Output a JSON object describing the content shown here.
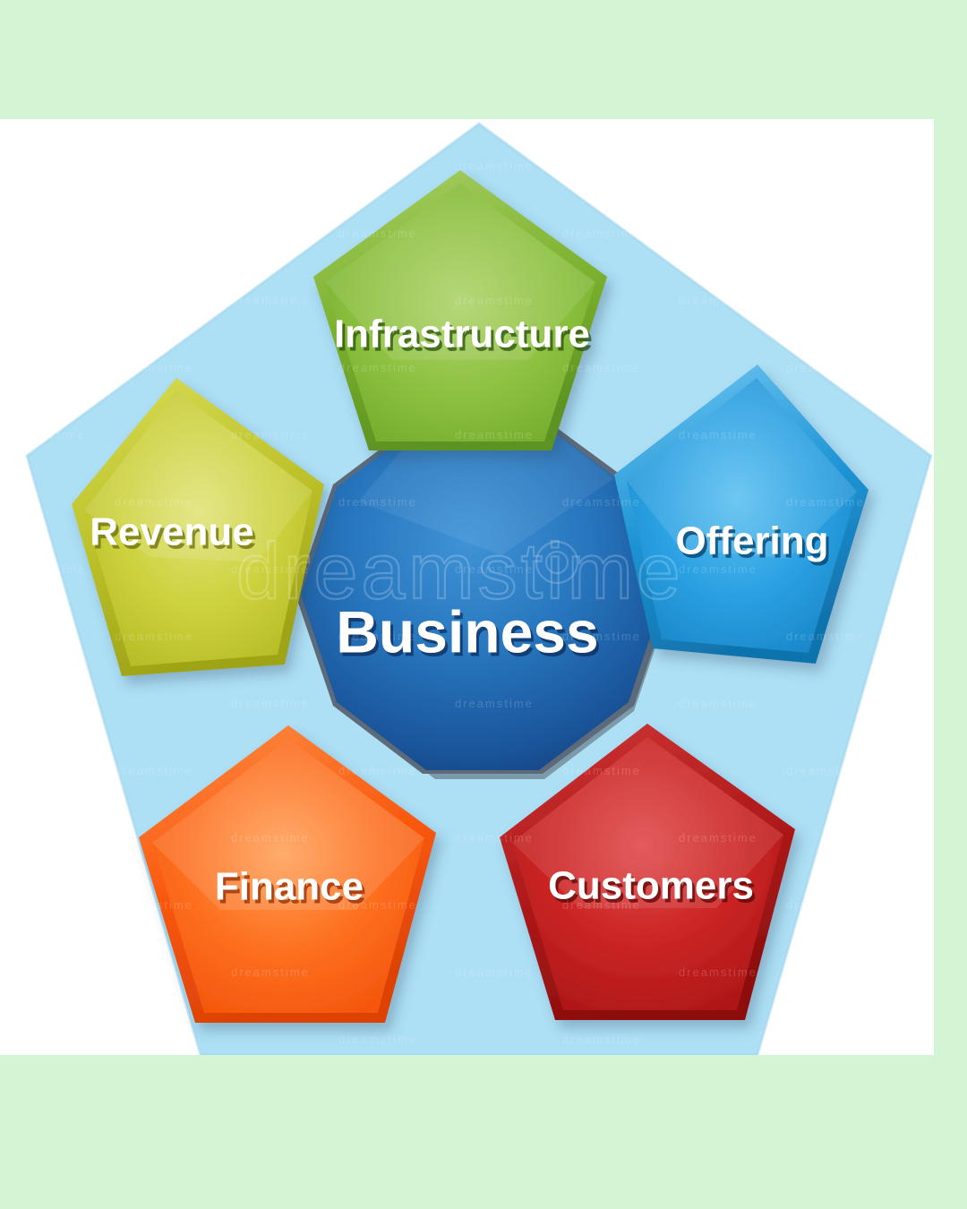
{
  "diagram": {
    "title_concept": "Business model pentagon diagram",
    "center": {
      "label": "Business",
      "shape": "decagon",
      "fill_light": "#2f7fc6",
      "fill_dark": "#163f79",
      "edge": "#4f5f70"
    },
    "background": {
      "frame_color": "#d3f5d3",
      "canvas_color": "#ffffff",
      "pentagon_color": "#addff5",
      "pentagon_shadow": "#9ed2ea"
    },
    "nodes": [
      {
        "id": "infrastructure",
        "label": "Infrastructure",
        "position": "top",
        "fill_light": "#9ec84f",
        "fill_mid": "#77b02e",
        "fill_dark": "#5b9122",
        "bevel": "#b9da6e",
        "label_shadow": "#3f6a12"
      },
      {
        "id": "offering",
        "label": "Offering",
        "position": "right",
        "fill_light": "#49b2e8",
        "fill_mid": "#1f96de",
        "fill_dark": "#1278b8",
        "bevel": "#7ccdf2",
        "label_shadow": "#0b5c93"
      },
      {
        "id": "customers",
        "label": "Customers",
        "position": "bottom-right",
        "fill_light": "#d33434",
        "fill_mid": "#c01b1b",
        "fill_dark": "#9c1111",
        "bevel": "#e06a6a",
        "label_shadow": "#6e0c0c"
      },
      {
        "id": "finance",
        "label": "Finance",
        "position": "bottom-left",
        "fill_light": "#ff8a3c",
        "fill_mid": "#fa5f11",
        "fill_dark": "#e84706",
        "bevel": "#ffa96d",
        "label_shadow": "#a83305"
      },
      {
        "id": "revenue",
        "label": "Revenue",
        "position": "left",
        "fill_light": "#d4d84a",
        "fill_mid": "#c3c92c",
        "fill_dark": "#a3a81c",
        "bevel": "#e2e579",
        "label_shadow": "#7b7f10"
      }
    ]
  },
  "watermark": {
    "brand": "dreamstime",
    "tile_text": "dreamstime",
    "center_text": "dreamstime"
  }
}
